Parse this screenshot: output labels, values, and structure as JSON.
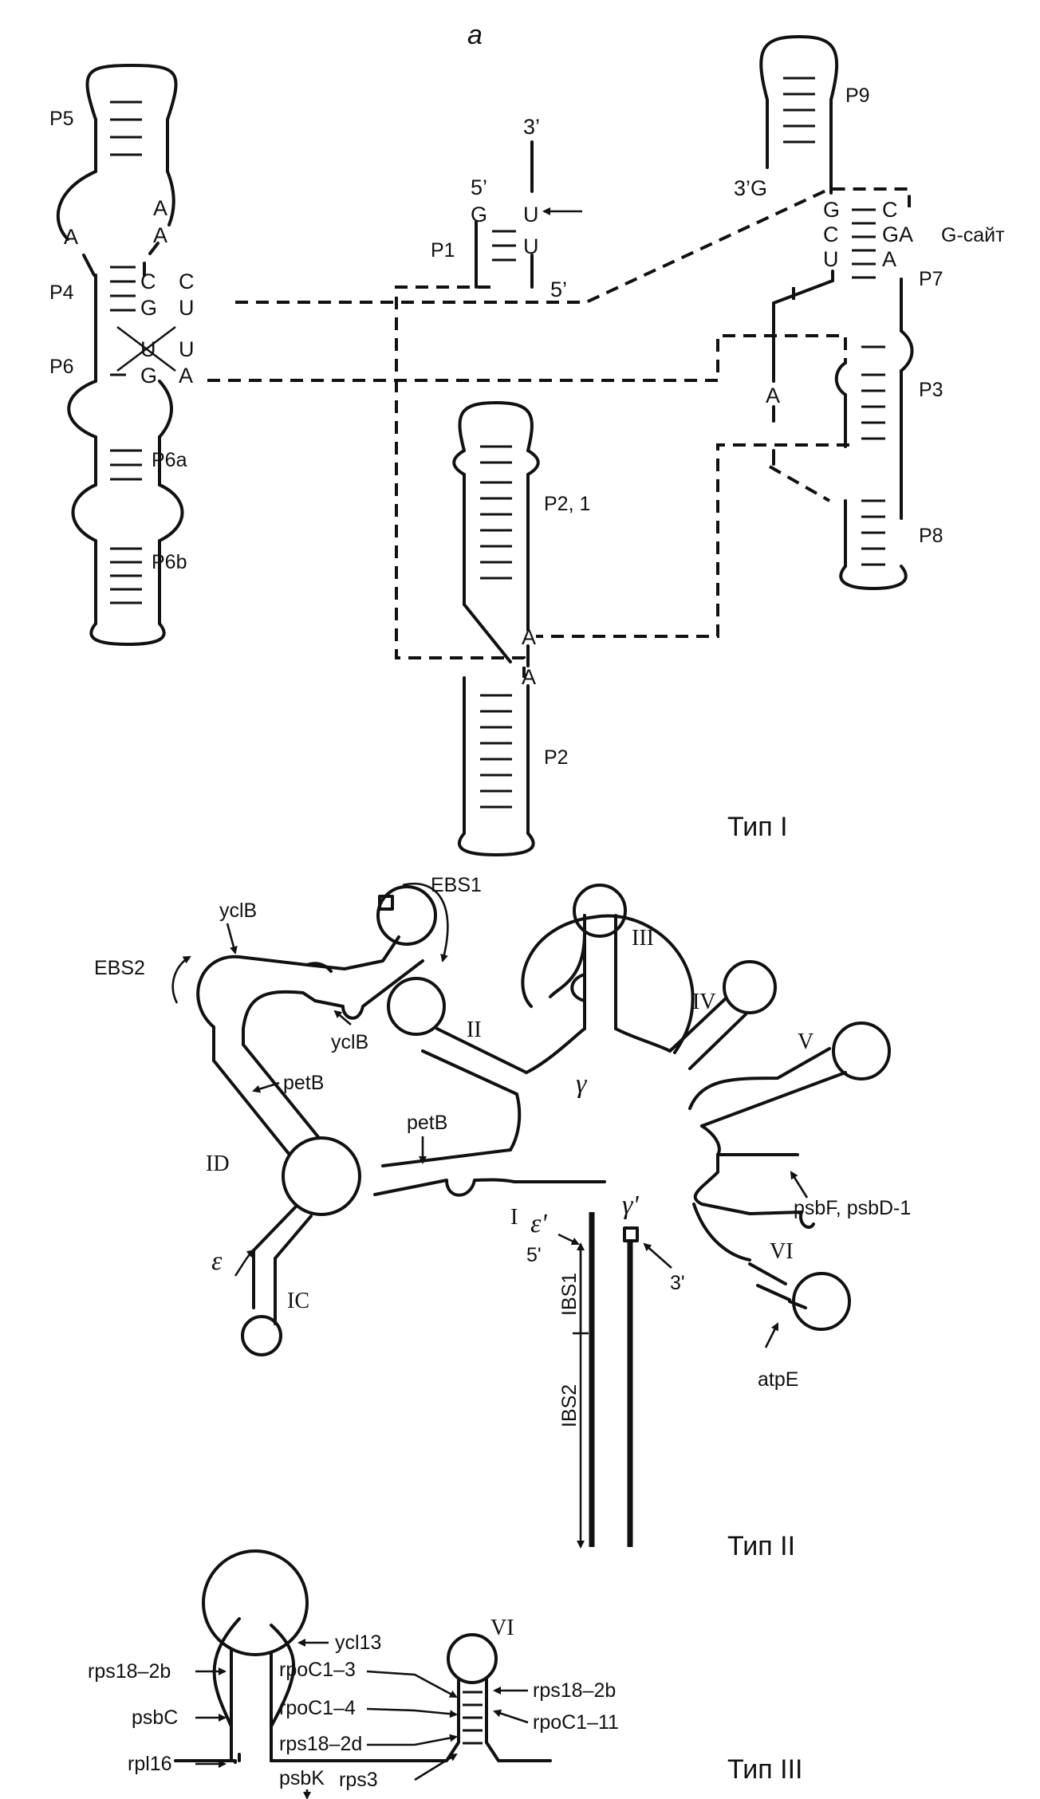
{
  "panel_label": "а",
  "type1": {
    "title": "Тип I",
    "labels": {
      "P5": "P5",
      "P4": "P4",
      "P6": "P6",
      "P6a": "P6a",
      "P6b": "P6b",
      "P1": "P1",
      "P2_1": "P2, 1",
      "P2": "P2",
      "P9": "P9",
      "P7": "P7",
      "P3": "P3",
      "P8": "P8",
      "gsite": "G-сайт"
    },
    "ends": {
      "p1_5top": "5’",
      "p1_3": "3’",
      "p1_5bot": "5’",
      "p9_3": "3’G"
    },
    "nucleotides": {
      "A1": "A",
      "A2": "A",
      "A3": "A",
      "C1": "C",
      "G1": "G",
      "U1": "U",
      "G2": "G",
      "C2": "C",
      "U2": "U",
      "A4": "A",
      "P1_G": "G",
      "P1_U1": "U",
      "P1_U2": "U",
      "P7_G": "G",
      "P7_C": "C",
      "P7_U": "U",
      "P7_C2": "C",
      "P7_GA": "GA",
      "P7_A": "A",
      "J_A": "A",
      "P21_A": "A",
      "P2_A": "A"
    }
  },
  "type2": {
    "title": "Тип II",
    "domains": {
      "I": "I",
      "II": "II",
      "III": "III",
      "IV": "IV",
      "V": "V",
      "VI": "VI",
      "ID": "ID",
      "IC": "IC"
    },
    "greek": {
      "gamma": "γ",
      "gamma_p": "γ'",
      "epsilon": "ε",
      "epsilon_p": "ε'"
    },
    "sites": {
      "EBS1": "EBS1",
      "EBS2": "EBS2",
      "IBS1": "IBS1",
      "IBS2": "IBS2",
      "five": "5'",
      "three": "3'"
    },
    "genes": {
      "yclB_a": "yclB",
      "yclB_b": "yclB",
      "petB_a": "petB",
      "petB_b": "petB",
      "psbF": "psbF, psbD-1",
      "atpE": "atpE"
    }
  },
  "type3": {
    "title": "Тип III",
    "domain": "VI",
    "genes": {
      "ycl13": "ycl13",
      "rps18_2b_l": "rps18–2b",
      "psbC": "psbC",
      "rpl16": "rpl16",
      "rpoC1_3": "rpoC1–3",
      "rpoC1_4": "rpoC1–4",
      "rps18_2d": "rps18–2d",
      "psbK": "psbK",
      "rps3": "rps3",
      "rps18_2b_r": "rps18–2b",
      "rpoC1_11": "rpoC1–11"
    }
  }
}
